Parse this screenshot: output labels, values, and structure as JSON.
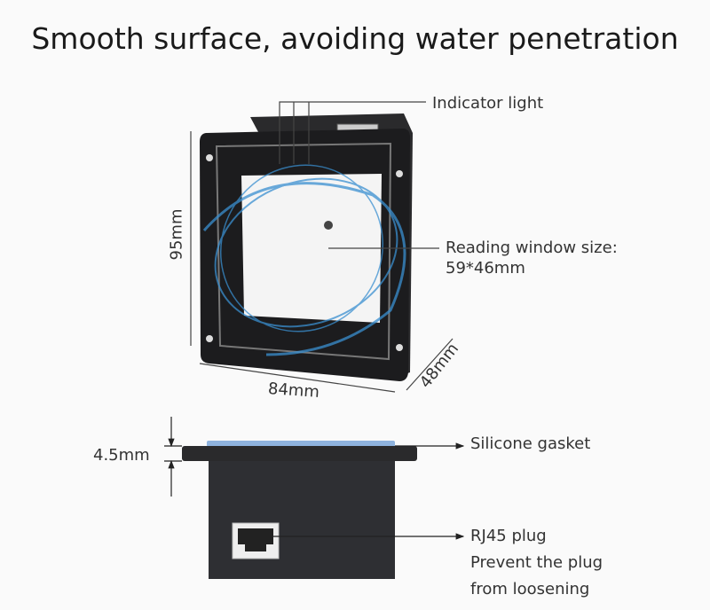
{
  "title": "Smooth surface, avoiding water penetration",
  "front_view": {
    "indicator_label": "Indicator light",
    "reading_window_label": "Reading window size:",
    "reading_window_size": "59*46mm",
    "height_dim": "95mm",
    "width_dim": "84mm",
    "depth_dim": "48mm"
  },
  "side_view": {
    "flange_dim": "4.5mm",
    "gasket_label": "Silicone gasket",
    "rj45_label": "RJ45 plug",
    "rj45_note_line1": "Prevent the plug",
    "rj45_note_line2": "from loosening"
  },
  "colors": {
    "device": "#1c1c1e",
    "water": "#3a8fd0",
    "window": "#f4f4f4"
  }
}
